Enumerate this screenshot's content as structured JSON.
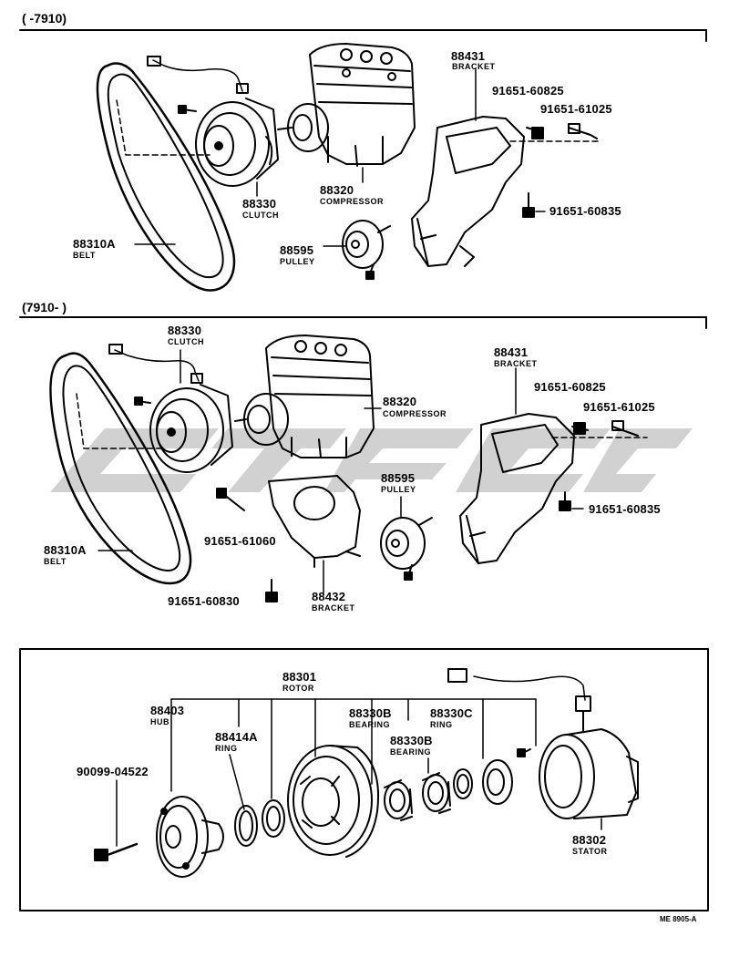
{
  "sections": {
    "top_range": "(      -7910)",
    "mid_range": "(7910-       )"
  },
  "top": {
    "belt": {
      "num": "88310A",
      "name": "BELT"
    },
    "clutch": {
      "num": "88330",
      "name": "CLUTCH"
    },
    "compressor": {
      "num": "88320",
      "name": "COMPRESSOR"
    },
    "bracket": {
      "num": "88431",
      "name": "BRACKET"
    },
    "pulley": {
      "num": "88595",
      "name": "PULLEY"
    },
    "bolt1": "91651-60825",
    "bolt2": "91651-61025",
    "bolt3": "91651-60835"
  },
  "mid": {
    "belt": {
      "num": "88310A",
      "name": "BELT"
    },
    "clutch": {
      "num": "88330",
      "name": "CLUTCH"
    },
    "compressor": {
      "num": "88320",
      "name": "COMPRESSOR"
    },
    "bracket": {
      "num": "88431",
      "name": "BRACKET"
    },
    "pulley": {
      "num": "88595",
      "name": "PULLEY"
    },
    "bracket2": {
      "num": "88432",
      "name": "BRACKET"
    },
    "bolt1": "91651-60825",
    "bolt2": "91651-61025",
    "bolt3": "91651-60835",
    "bolt4": "91651-61060",
    "bolt5": "91651-60830"
  },
  "bottom": {
    "rotor": {
      "num": "88301",
      "name": "ROTOR"
    },
    "hub": {
      "num": "88403",
      "name": "HUB"
    },
    "ring": {
      "num": "88414A",
      "name": "RING"
    },
    "bearing1": {
      "num": "88330B",
      "name": "BEARING"
    },
    "ring2": {
      "num": "88330C",
      "name": "RING"
    },
    "bearing2": {
      "num": "88330B",
      "name": "BEARING"
    },
    "stator": {
      "num": "88302",
      "name": "STATOR"
    },
    "bolt": "90099-04522"
  },
  "footer_code": "ME 8905-A",
  "colors": {
    "ink": "#000000",
    "watermark": "#c8c8c8"
  }
}
